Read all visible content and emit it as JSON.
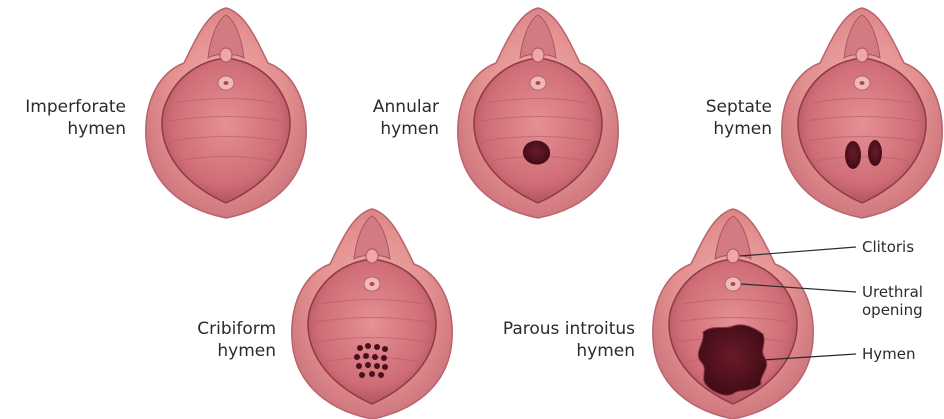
{
  "colors": {
    "tissue_outer": "#e79a9c",
    "tissue_mid": "#d9767c",
    "tissue_dark": "#b24e5a",
    "tissue_inner": "#c76570",
    "opening": "#4a0f1a",
    "outline": "#8e3a47"
  },
  "illustrations": [
    {
      "id": "imperforate",
      "label_line1": "Imperforate",
      "label_line2": "hymen",
      "opening": "none"
    },
    {
      "id": "annular",
      "label_line1": "Annular",
      "label_line2": "hymen",
      "opening": "single"
    },
    {
      "id": "septate",
      "label_line1": "Septate",
      "label_line2": "hymen",
      "opening": "double"
    },
    {
      "id": "cribiform",
      "label_line1": "Cribiform",
      "label_line2": "hymen",
      "opening": "multiple"
    },
    {
      "id": "parous",
      "label_line1": "Parous introitus",
      "label_line2": "hymen",
      "opening": "large-irregular"
    }
  ],
  "callouts": {
    "clitoris": "Clitoris",
    "urethral_line1": "Urethral",
    "urethral_line2": "opening",
    "hymen": "Hymen"
  }
}
